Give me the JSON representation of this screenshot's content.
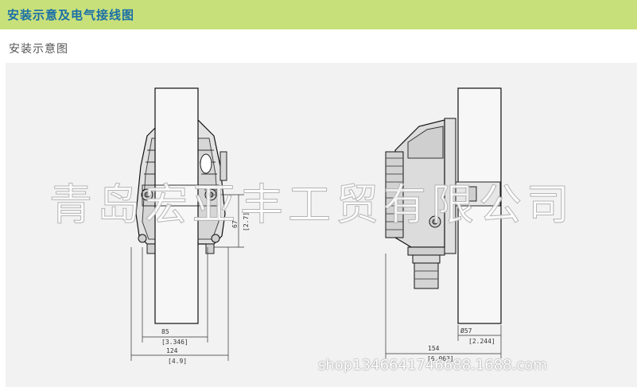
{
  "header": {
    "title": "安装示意及电气接线图"
  },
  "section": {
    "subtitle": "安装示意图"
  },
  "front_view": {
    "dims": {
      "d1": "85",
      "d1_in": "[3.346]",
      "d2": "124",
      "d2_in": "[4.9]",
      "d3": "67",
      "d3_in": "[2.7]"
    }
  },
  "side_view": {
    "dims": {
      "d1": "154",
      "d1_in": "[6.063]",
      "d2": "Ø57",
      "d2_in": "[2.244]"
    }
  },
  "watermark": "青岛宏亚丰工贸有限公司",
  "shop_text": "shop1346641746688.1688.com"
}
